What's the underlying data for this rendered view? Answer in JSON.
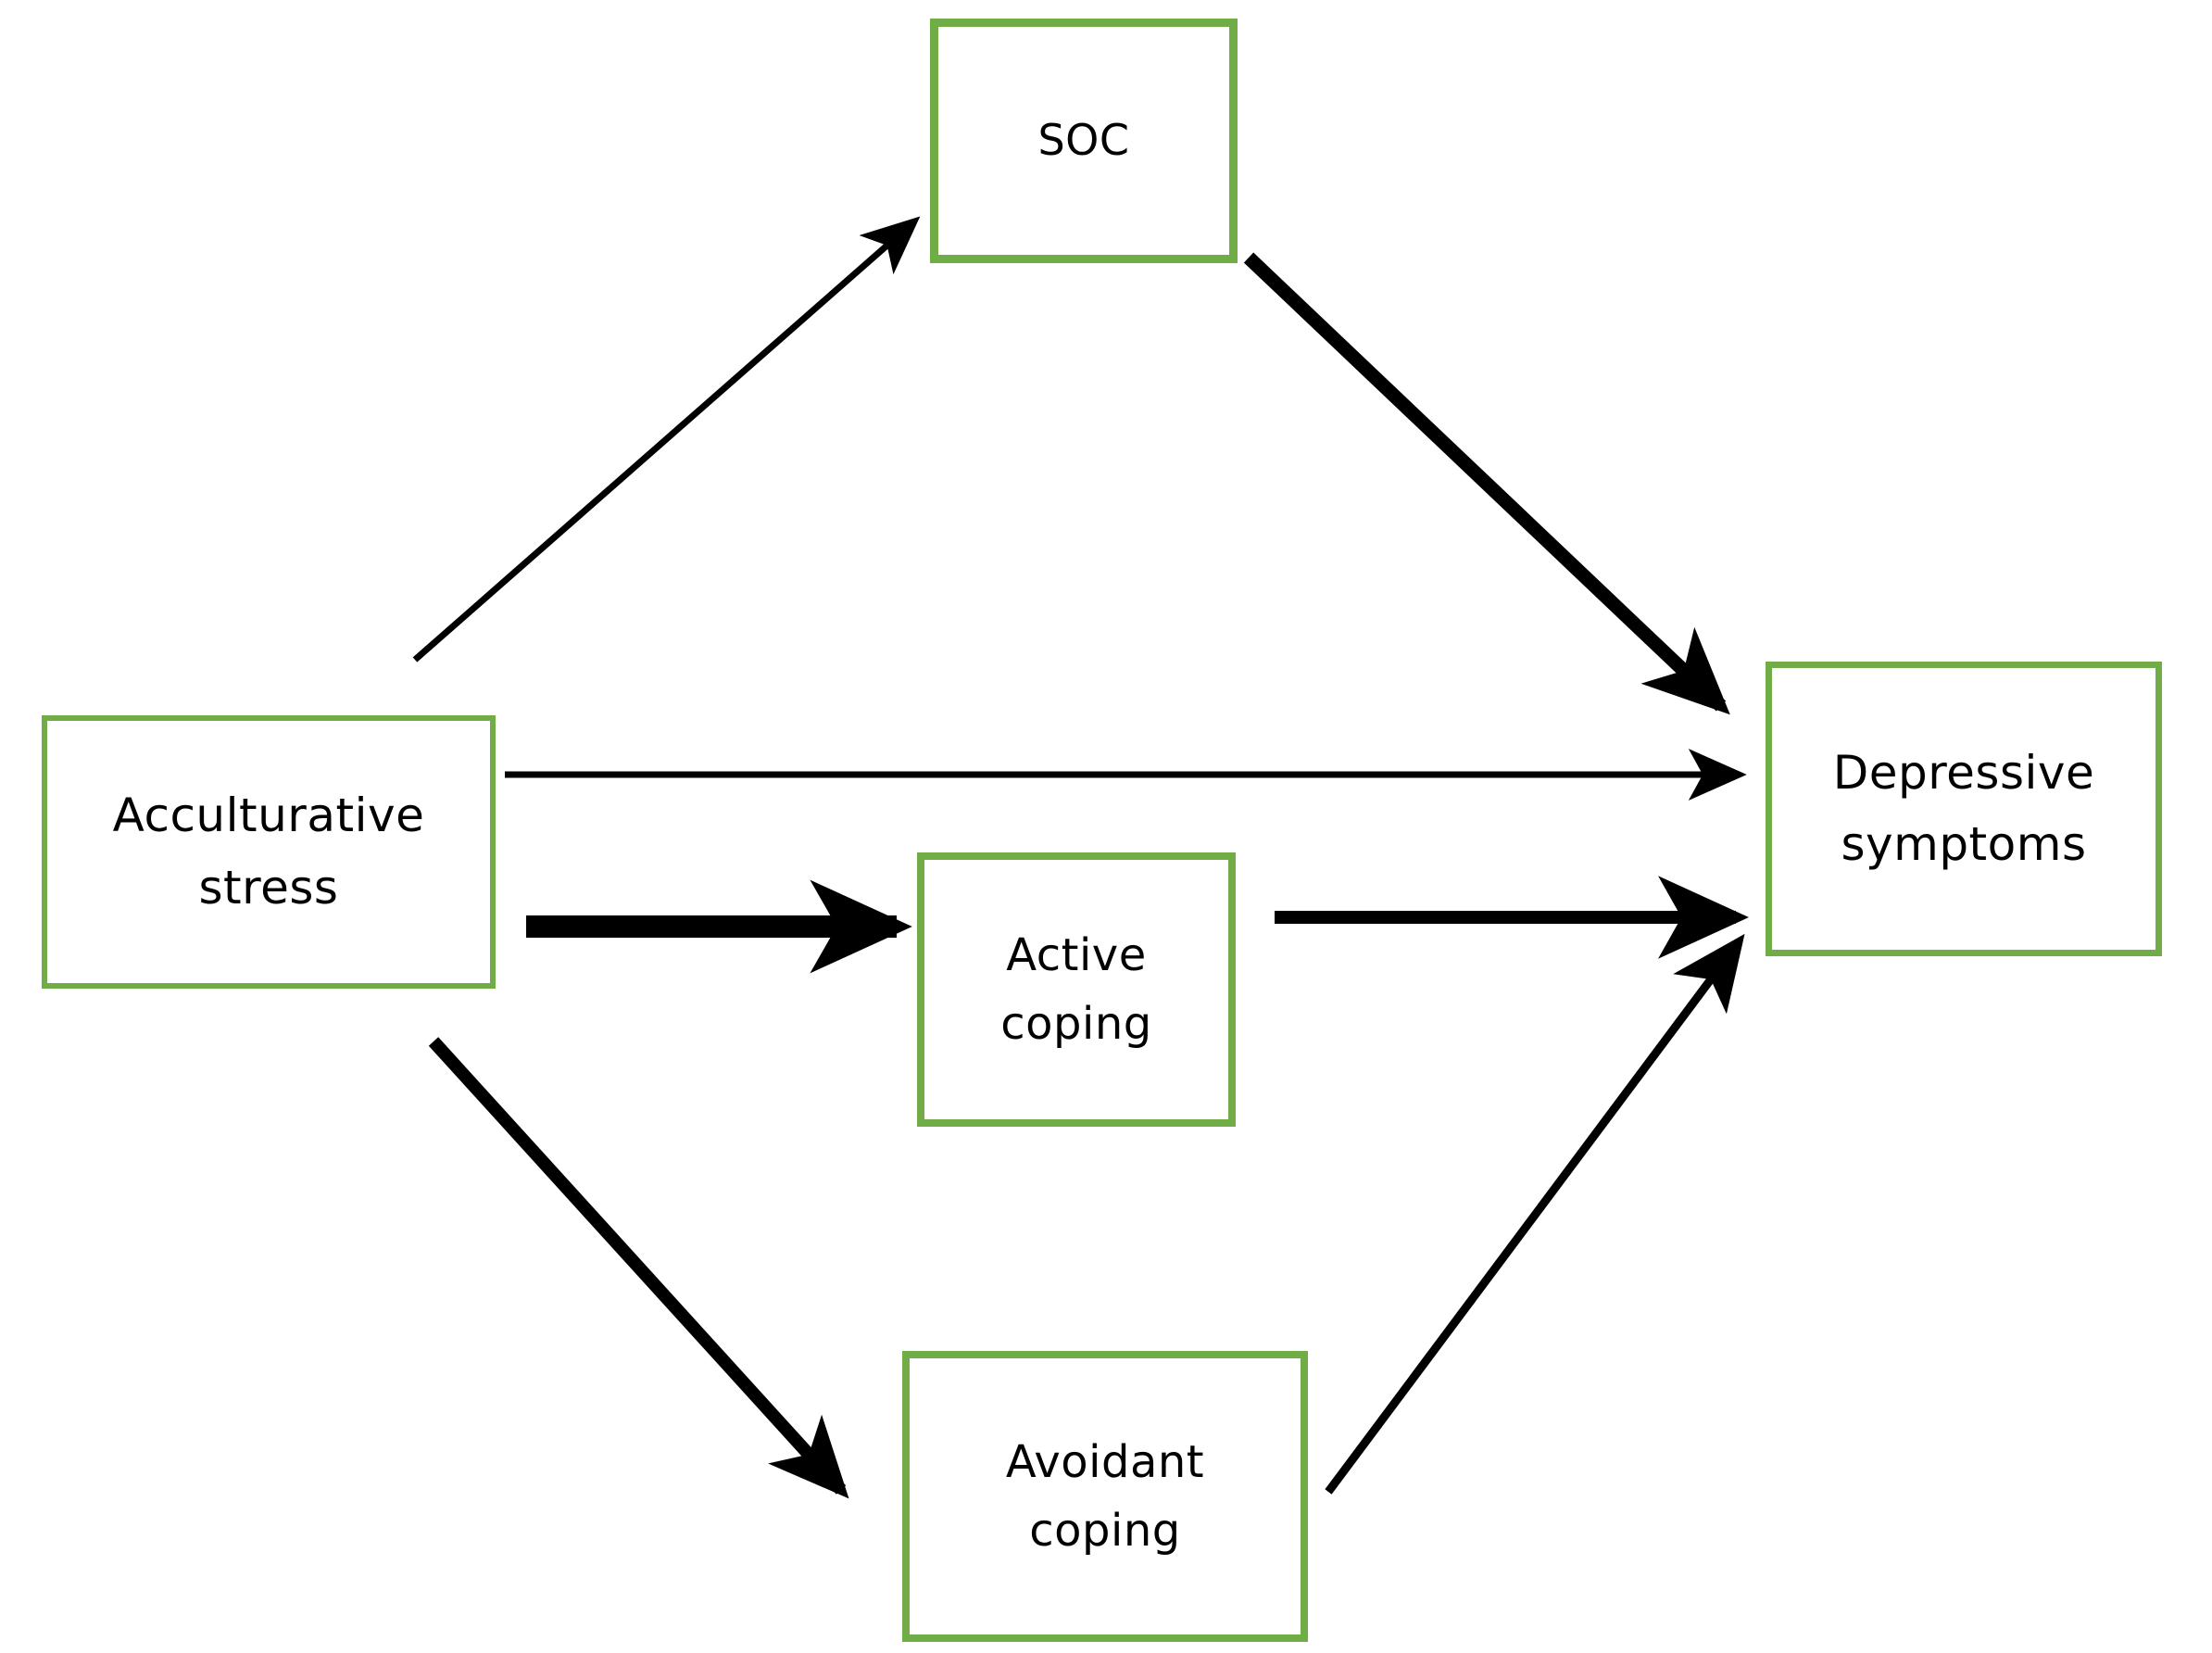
{
  "diagram": {
    "type": "path-model",
    "title": "",
    "accent_color": "#70AD47",
    "line_color": "#000000",
    "background": "#ffffff",
    "nodes": [
      {
        "id": "soc",
        "label_lines": [
          "SOC"
        ],
        "name": "SOC"
      },
      {
        "id": "stress",
        "label_lines": [
          "Acculturative",
          "stress"
        ],
        "name": "Acculturative stress"
      },
      {
        "id": "active_coping",
        "label_lines": [
          "Active",
          "coping"
        ],
        "name": "Active coping"
      },
      {
        "id": "avoidant_coping",
        "label_lines": [
          "Avoidant",
          "coping"
        ],
        "name": "Avoidant coping"
      },
      {
        "id": "depressive",
        "label_lines": [
          "Depressive",
          "symptoms"
        ],
        "name": "Depressive symptoms"
      }
    ],
    "edges": [
      {
        "id": "e1",
        "from": "stress",
        "to": "soc",
        "weight": "thin",
        "label": ""
      },
      {
        "id": "e2",
        "from": "soc",
        "to": "depressive",
        "weight": "thick",
        "label": ""
      },
      {
        "id": "e3",
        "from": "stress",
        "to": "depressive",
        "weight": "thin",
        "label": ""
      },
      {
        "id": "e4",
        "from": "stress",
        "to": "active_coping",
        "weight": "heavy",
        "label": ""
      },
      {
        "id": "e5",
        "from": "active_coping",
        "to": "depressive",
        "weight": "medium",
        "label": ""
      },
      {
        "id": "e6",
        "from": "stress",
        "to": "avoidant_coping",
        "weight": "thick",
        "label": ""
      },
      {
        "id": "e7",
        "from": "avoidant_coping",
        "to": "depressive",
        "weight": "thin",
        "label": ""
      }
    ]
  }
}
